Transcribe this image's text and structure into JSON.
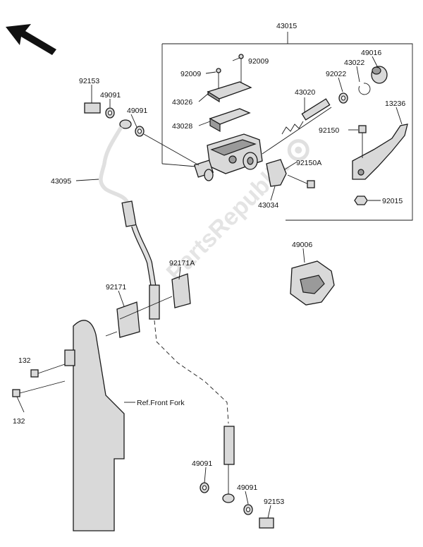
{
  "labels": {
    "p43015": "43015",
    "p92009a": "92009",
    "p92009b": "92009",
    "p43026": "43026",
    "p43028": "43028",
    "p43020": "43020",
    "p49016": "49016",
    "p43022": "43022",
    "p92022": "92022",
    "p13236": "13236",
    "p92150": "92150",
    "p92150A": "92150A",
    "p43034": "43034",
    "p92015": "92015",
    "p92153a": "92153",
    "p49091a": "49091",
    "p49091b": "49091",
    "p43095": "43095",
    "p49006": "49006",
    "p92171A": "92171A",
    "p92171": "92171",
    "p132a": "132",
    "p132b": "132",
    "ref": "Ref.Front Fork",
    "p49091c": "49091",
    "p49091d": "49091",
    "p92153b": "92153"
  },
  "watermark": "PartsRepublik",
  "icons": {
    "direction": "arrow-up-left-icon",
    "watermark": "gear-icon"
  }
}
